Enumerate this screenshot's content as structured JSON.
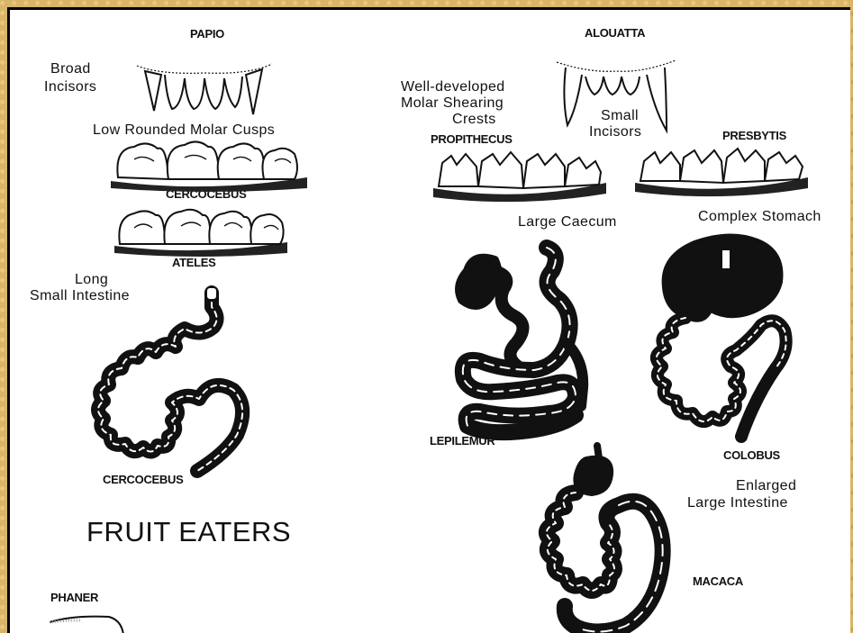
{
  "labels": {
    "papio": "PAPIO",
    "alouatta": "ALOUATTA",
    "cercocebus_teeth": "CERCOCEBUS",
    "ateles": "ATELES",
    "propithecus": "PROPITHECUS",
    "presbytis": "PRESBYTIS",
    "lepilemur": "LEPILEMUR",
    "colobus": "COLOBUS",
    "cercocebus_gut": "CERCOCEBUS",
    "macaca": "MACACA",
    "phaner": "PHANER"
  },
  "annotations": {
    "broad_incisors_1": "Broad",
    "broad_incisors_2": "Incisors",
    "low_rounded": "Low Rounded Molar Cusps",
    "well_developed_1": "Well-developed",
    "well_developed_2": "Molar Shearing",
    "well_developed_3": "Crests",
    "small_incisors_1": "Small",
    "small_incisors_2": "Incisors",
    "large_caecum": "Large Caecum",
    "complex_stomach": "Complex Stomach",
    "long_si_1": "Long",
    "long_si_2": "Small Intestine",
    "enlarged_li_1": "Enlarged",
    "enlarged_li_2": "Large Intestine"
  },
  "heading": "FRUIT EATERS",
  "colors": {
    "background": "#d9b56a",
    "panel": "#ffffff",
    "ink": "#111111"
  }
}
